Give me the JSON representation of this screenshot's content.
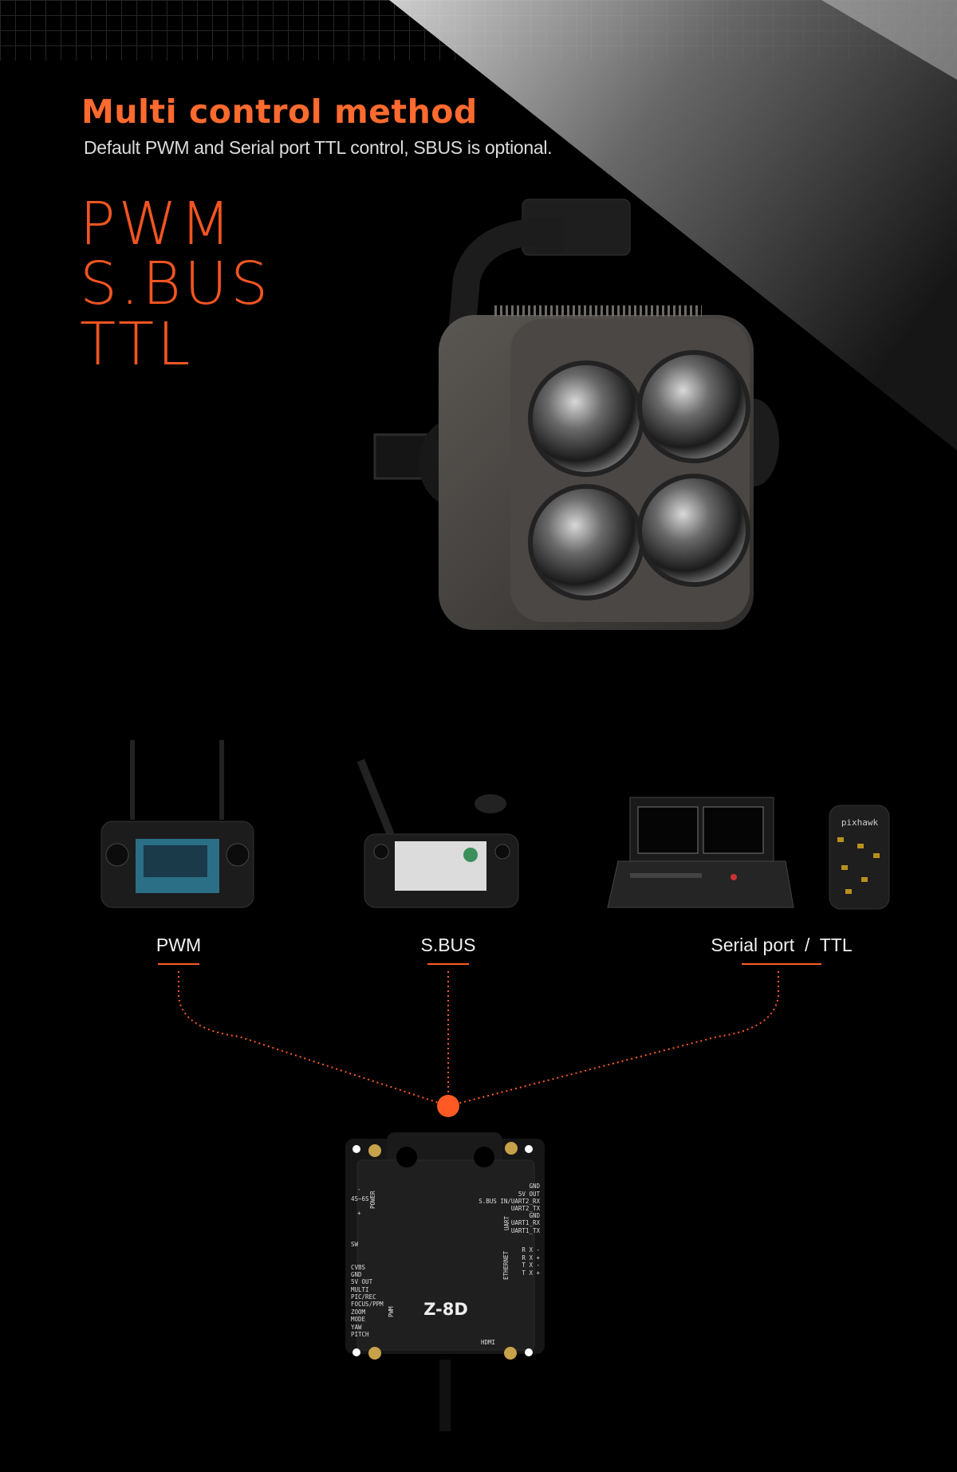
{
  "header": {
    "title": "Multi control method",
    "subtitle": "Default PWM and Serial port TTL control, SBUS is optional."
  },
  "protocols": [
    "PWM",
    "S.BUS",
    "TTL"
  ],
  "devices": [
    {
      "label": "PWM",
      "icon": "remote-controller-icon"
    },
    {
      "label": "S.BUS",
      "icon": "handheld-controller-icon"
    },
    {
      "label": "Serial port  /  TTL",
      "icon": "ground-station-case-icon"
    }
  ],
  "pixhawk_text": "pixhawk",
  "board": {
    "model": "Z-8D",
    "power": "POWER",
    "power_range": "4S~6S",
    "minus": "-",
    "plus": "+",
    "sw": "SW",
    "left_pins": [
      "CVBS",
      "GND",
      "5V OUT",
      "MULTI",
      "PIC/REC",
      "FOCUS/PPM",
      "ZOOM",
      "MODE",
      "YAW",
      "PITCH"
    ],
    "pwm": "PWM",
    "right_pins": [
      "GND",
      "5V OUT",
      "S.BUS IN/UART2_RX",
      "UART2_TX",
      "GND",
      "UART1_RX",
      "UART1_TX"
    ],
    "uart": "UART",
    "ethernet": "ETHERNET",
    "eth_pins": [
      "R X -",
      "R X +",
      "T X -",
      "T X +"
    ],
    "hdmi": "HDMI"
  },
  "colors": {
    "accent": "#ff5a24",
    "background": "#000000"
  }
}
